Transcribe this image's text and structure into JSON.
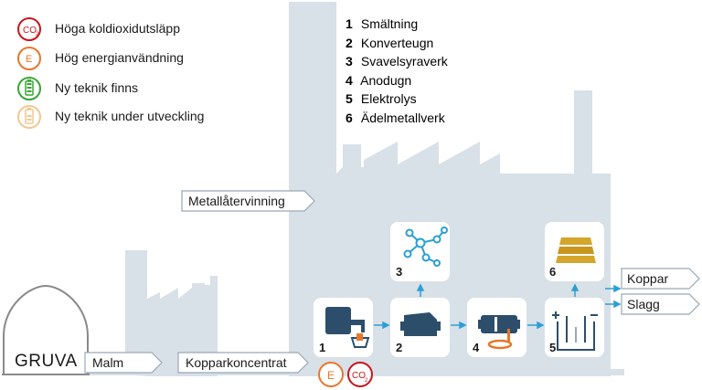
{
  "legend": [
    {
      "icon": "co2-red-circle-icon",
      "label": "Höga koldioxidutsläpp",
      "color": "#c8161d"
    },
    {
      "icon": "e-orange-circle-icon",
      "label": "Hög energianvändning",
      "color": "#e8772a"
    },
    {
      "icon": "battery-green-circle-icon",
      "label": "Ny teknik finns",
      "color": "#3aa635"
    },
    {
      "icon": "battery-beige-circle-icon",
      "label": "Ny teknik under utveckling",
      "color": "#f1c891"
    }
  ],
  "steps": [
    {
      "num": "1",
      "label": "Smältning"
    },
    {
      "num": "2",
      "label": "Konverteugn"
    },
    {
      "num": "3",
      "label": "Svavelsyraverk"
    },
    {
      "num": "4",
      "label": "Anodugn"
    },
    {
      "num": "5",
      "label": "Elektrolys"
    },
    {
      "num": "6",
      "label": "Ädelmetallverk"
    }
  ],
  "flows": {
    "metal_recycling": "Metallåtervinning",
    "ore": "Malm",
    "concentrate": "Kopparkoncentrat",
    "copper": "Koppar",
    "slag": "Slagg"
  },
  "mine": {
    "label": "GRUVA"
  },
  "tiles": [
    "1",
    "2",
    "3",
    "4",
    "5",
    "6"
  ],
  "badges": {
    "energy": "E",
    "co2": "CO",
    "co2_sub": "2"
  },
  "colors": {
    "factory": "#d8e0e8",
    "tile_icon": "#2c4e6b",
    "arrow": "#2a9fd6",
    "gold": "#d4a62a"
  }
}
